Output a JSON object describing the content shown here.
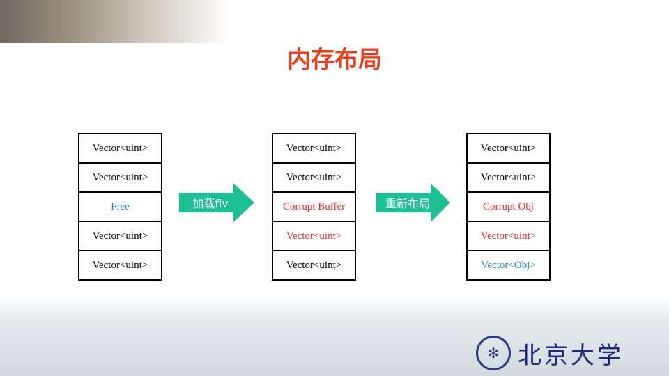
{
  "title": "内存布局",
  "columns": [
    {
      "cells": [
        {
          "text": "Vector<uint>",
          "color": "black"
        },
        {
          "text": "Vector<uint>",
          "color": "black"
        },
        {
          "text": "Free",
          "color": "blue"
        },
        {
          "text": "Vector<uint>",
          "color": "black"
        },
        {
          "text": "Vector<uint>",
          "color": "black"
        }
      ]
    },
    {
      "cells": [
        {
          "text": "Vector<uint>",
          "color": "black"
        },
        {
          "text": "Vector<uint>",
          "color": "black"
        },
        {
          "text": "Corrupt Buffer",
          "color": "red"
        },
        {
          "text": "Vector<uint>",
          "color": "red"
        },
        {
          "text": "Vector<uint>",
          "color": "black"
        }
      ]
    },
    {
      "cells": [
        {
          "text": "Vector<uint>",
          "color": "black"
        },
        {
          "text": "Vector<uint>",
          "color": "black"
        },
        {
          "text": "Corrupt Obj",
          "color": "red"
        },
        {
          "text": "Vector<uint>",
          "color": "red"
        },
        {
          "text": "Vector<Obj>",
          "color": "blue"
        }
      ]
    }
  ],
  "arrows": [
    {
      "label": "加载flv"
    },
    {
      "label": "重新布局"
    }
  ],
  "logo": {
    "text": "北京大学"
  },
  "colors": {
    "arrow": "#1dbf94",
    "title": "#e8401c",
    "red": "#e8282c",
    "blue": "#2a8ac8"
  }
}
